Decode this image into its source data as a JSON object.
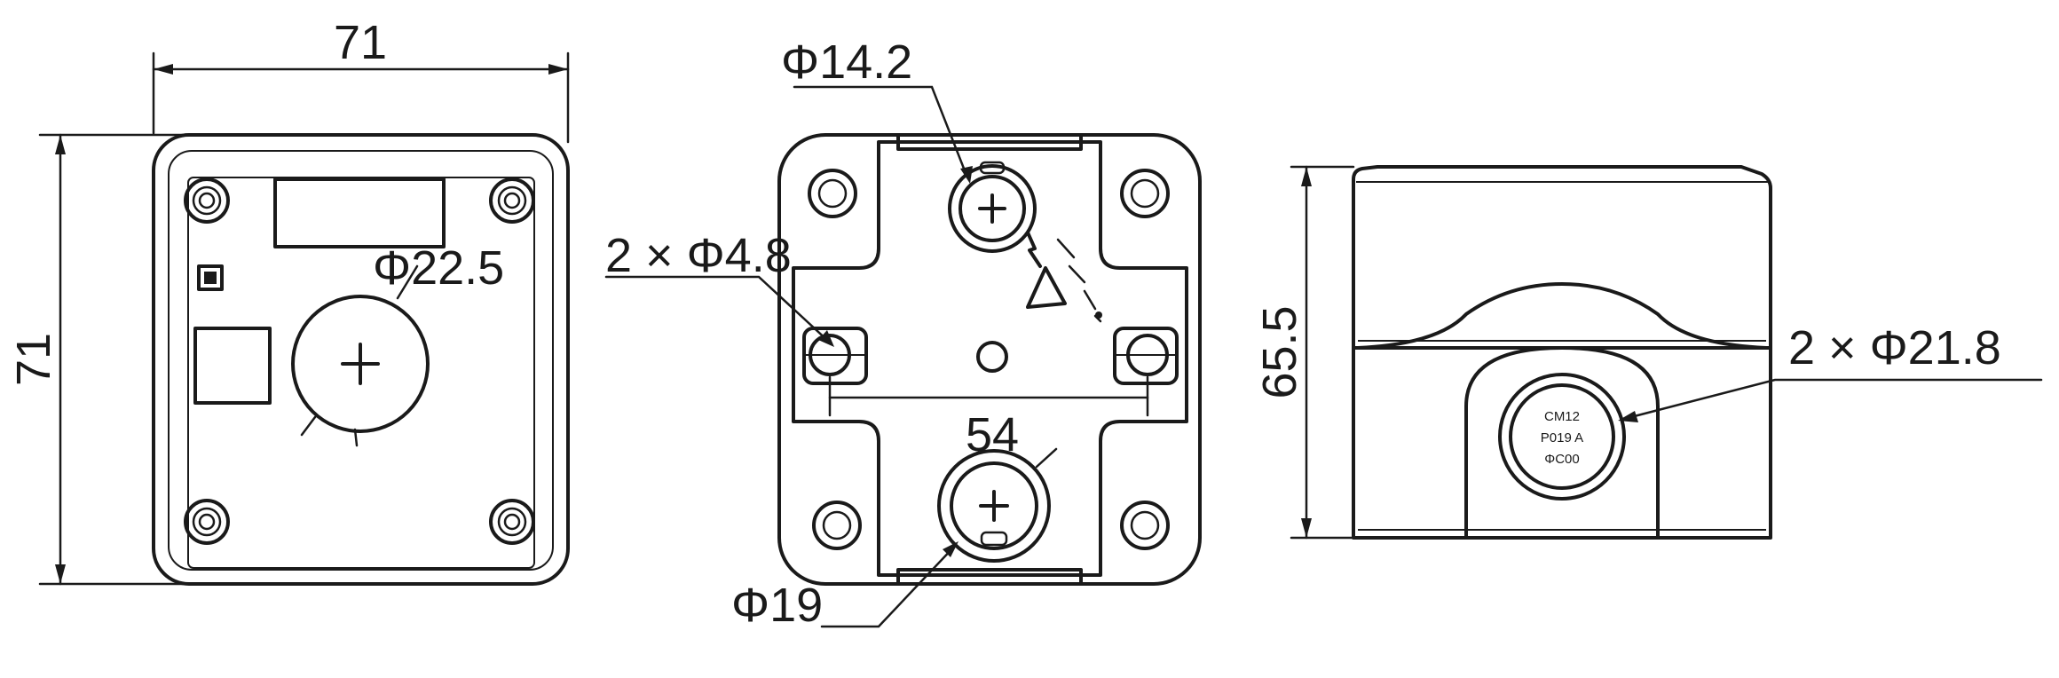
{
  "views": {
    "front": {
      "width_dim": "71",
      "height_dim": "71",
      "hole_dim": "Φ22.5"
    },
    "bottom": {
      "top_hole_dim": "Φ14.2",
      "mount_holes_dim": "2 × Φ4.8",
      "spacing_dim": "54",
      "bottom_hole_dim": "Φ19"
    },
    "side": {
      "height_dim": "65.5",
      "gland_dim": "2 × Φ21.8",
      "gland_text": [
        "CM12",
        "P019 A",
        "ΦC00"
      ]
    }
  }
}
